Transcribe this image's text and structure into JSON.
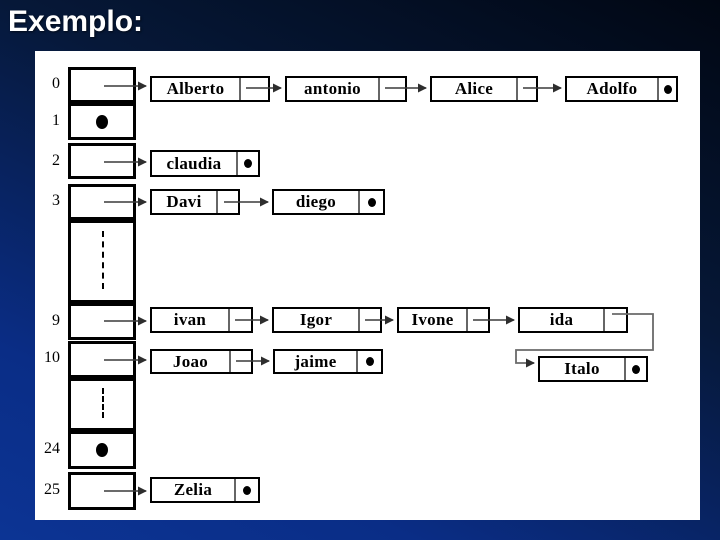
{
  "title": "Exemplo:",
  "colors": {
    "background_top": "#010713",
    "background_bottom": "#0c3494",
    "panel": "#ffffff",
    "ink": "#000000",
    "arrow": "#3a3a3a"
  },
  "hash_table": {
    "description": "hash table with separate chaining",
    "buckets": [
      {
        "index": "0",
        "chain": [
          "Alberto",
          "antonio",
          "Alice",
          "Adolfo"
        ]
      },
      {
        "index": "1",
        "chain": []
      },
      {
        "index": "2",
        "chain": [
          "claudia"
        ]
      },
      {
        "index": "3",
        "chain": [
          "Davi",
          "diego"
        ]
      },
      {
        "index": "",
        "ellipsis": true,
        "chain": []
      },
      {
        "index": "9",
        "chain": [
          "ivan",
          "Igor",
          "Ivone",
          "ida",
          "Italo"
        ]
      },
      {
        "index": "10",
        "chain": [
          "Joao",
          "jaime"
        ]
      },
      {
        "index": "",
        "ellipsis": true,
        "chain": []
      },
      {
        "index": "24",
        "chain": []
      },
      {
        "index": "25",
        "chain": [
          "Zelia"
        ]
      }
    ]
  }
}
